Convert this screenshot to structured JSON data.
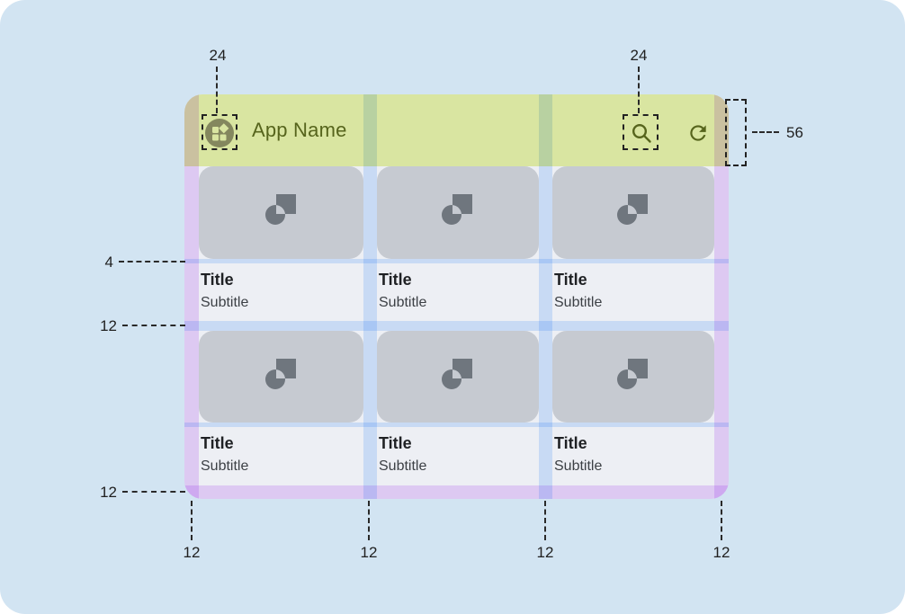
{
  "appbar": {
    "title": "App Name"
  },
  "cards": [
    {
      "title": "Title",
      "subtitle": "Subtitle"
    },
    {
      "title": "Title",
      "subtitle": "Subtitle"
    },
    {
      "title": "Title",
      "subtitle": "Subtitle"
    },
    {
      "title": "Title",
      "subtitle": "Subtitle"
    },
    {
      "title": "Title",
      "subtitle": "Subtitle"
    },
    {
      "title": "Title",
      "subtitle": "Subtitle"
    }
  ],
  "annotations": {
    "icon_keyline_left": "24",
    "icon_keyline_right": "24",
    "appbar_height": "56",
    "image_text_gap": "4",
    "row_gap": "12",
    "bottom_margin": "12",
    "bottom_spacings": [
      "12",
      "12",
      "12",
      "12"
    ]
  },
  "icons": {
    "app_icon": "dashboard-icon",
    "left_action": "search-icon",
    "right_action": "refresh-icon",
    "card_placeholder": "image-placeholder-icon"
  },
  "colors": {
    "canvas_bg": "#d2e4f2",
    "appbar_green": "#d9e5a1",
    "olive_accent": "#56641c",
    "mockup_base": "#edeff4",
    "image_gray": "#c6cad1",
    "image_icon_gray": "#6f767e",
    "margin_overlay_purple": "#eed7fd",
    "gutter_overlay_blue": "#d8e9ff",
    "title_text": "#1f2124",
    "subtitle_text": "#3c4045",
    "annotation_text": "#212121"
  }
}
